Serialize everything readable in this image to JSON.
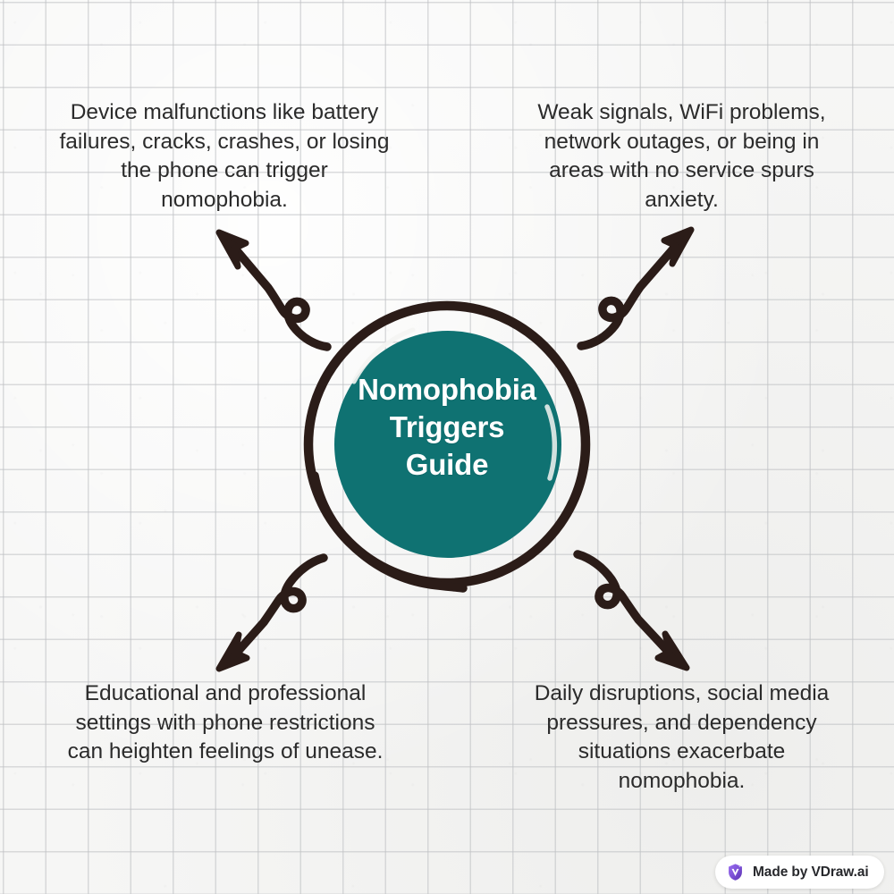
{
  "hub": {
    "title_lines": [
      "Nomophobia",
      "Triggers",
      "Guide"
    ],
    "fill_color": "#0f7272",
    "ring_color": "#2b1c18",
    "text_color": "#ffffff"
  },
  "callouts": [
    {
      "position": "top-left",
      "lines": [
        "Device malfunctions like battery",
        "failures, cracks, crashes, or losing",
        "the phone can trigger",
        "nomophobia."
      ]
    },
    {
      "position": "top-right",
      "lines": [
        "Weak signals, WiFi problems,",
        "network outages, or being in",
        "areas with no service spurs",
        "anxiety."
      ]
    },
    {
      "position": "bottom-left",
      "lines": [
        "Educational and professional",
        "settings with phone restrictions",
        "can heighten feelings of unease."
      ]
    },
    {
      "position": "bottom-right",
      "lines": [
        "Daily disruptions, social media",
        "pressures, and dependency",
        "situations exacerbate",
        "nomophobia."
      ]
    }
  ],
  "arrows": [
    {
      "name": "arrow-top-left",
      "direction": "up-left",
      "style": "curly-hand-drawn"
    },
    {
      "name": "arrow-top-right",
      "direction": "up-right",
      "style": "curly-hand-drawn"
    },
    {
      "name": "arrow-bottom-left",
      "direction": "down-left",
      "style": "curly-hand-drawn"
    },
    {
      "name": "arrow-bottom-right",
      "direction": "down-right",
      "style": "curly-hand-drawn"
    }
  ],
  "watermark": {
    "label": "Made by VDraw.ai",
    "logo_icon": "vdraw-shield-icon",
    "logo_color": "#7a4fd4",
    "background": "#ffffff"
  },
  "theme": {
    "paper_background": "#f6f6f5",
    "grid_line_color": "#bec0c3",
    "ink_color": "#2b1c18",
    "body_text_color": "#2b2b2b"
  }
}
